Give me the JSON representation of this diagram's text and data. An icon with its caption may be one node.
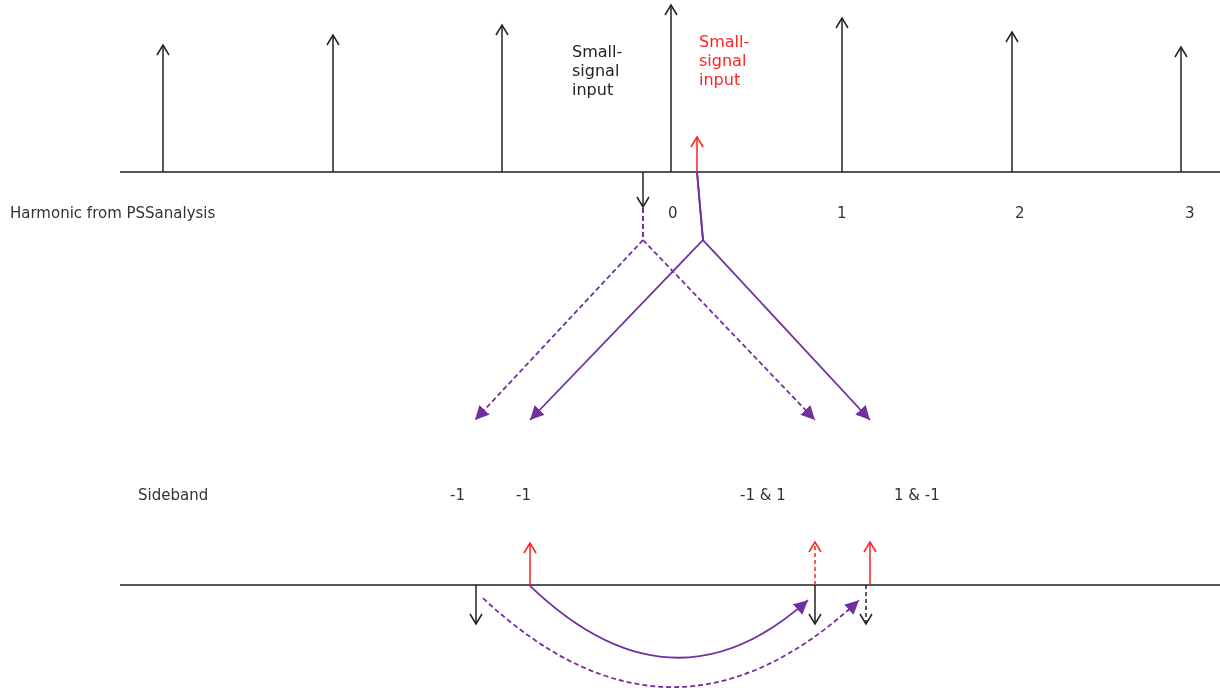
{
  "diagram": {
    "nodes": [
      {
        "text": [],
        "shape": "arrow"
      },
      {
        "text": [],
        "shape": "arrow"
      },
      {
        "text": [],
        "shape": "arrow"
      },
      {
        "text": [],
        "shape": "arrow"
      },
      {
        "text": [],
        "shape": "arrow"
      },
      {
        "text": [],
        "shape": "arrow"
      }
    ],
    "edges": [
      {
        "from": 0,
        "to": null,
        "arrow": "to",
        "style": "dashed"
      },
      {
        "from": 0,
        "to": null,
        "arrow": "to",
        "style": "dashed"
      },
      {
        "from": 1,
        "to": null,
        "arrow": "to"
      },
      {
        "from": 1,
        "to": null,
        "arrow": "to"
      },
      {
        "from": 3,
        "to": 4,
        "arrow": "to"
      },
      {
        "from": 2,
        "to": 5,
        "arrow": "to",
        "style": "dashed"
      }
    ],
    "labels": [
      "Small-signal input",
      "Small-signal input",
      "Harmonic from PSSanalysis",
      "0",
      "1",
      "2",
      "3",
      "Sideband",
      "-1",
      "-1",
      "-1 & 1",
      "1 & -1"
    ]
  }
}
